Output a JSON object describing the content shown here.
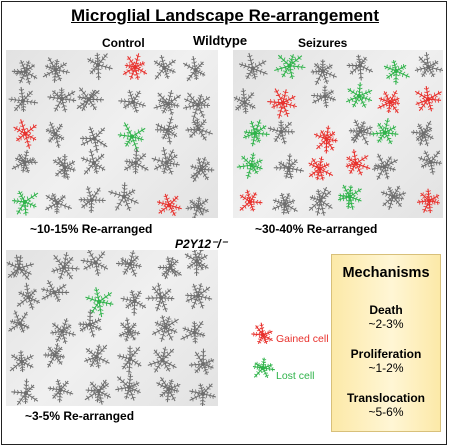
{
  "title": "Microglial Landscape Re-arrangement",
  "wildtype_label": "Wildtype",
  "p2y12_label": "P2Y12⁻/⁻",
  "panels": {
    "control": {
      "label": "Control",
      "caption": "~10-15% Re-arranged"
    },
    "seizures": {
      "label": "Seizures",
      "caption": "~30-40% Re-arranged"
    },
    "p2y12": {
      "caption": "~3-5% Re-arranged"
    }
  },
  "legend": {
    "gained": "Gained cell",
    "lost": "Lost cell"
  },
  "mechanisms": {
    "heading": "Mechanisms",
    "items": [
      {
        "name": "Death",
        "value": "~2-3%"
      },
      {
        "name": "Proliferation",
        "value": "~1-2%"
      },
      {
        "name": "Translocation",
        "value": "~5-6%"
      }
    ]
  },
  "colors": {
    "normal_cell": "#6e6e6e",
    "gained_cell": "#e8302c",
    "lost_cell": "#2fb34a",
    "mechanisms_box": "#fcecb0"
  }
}
